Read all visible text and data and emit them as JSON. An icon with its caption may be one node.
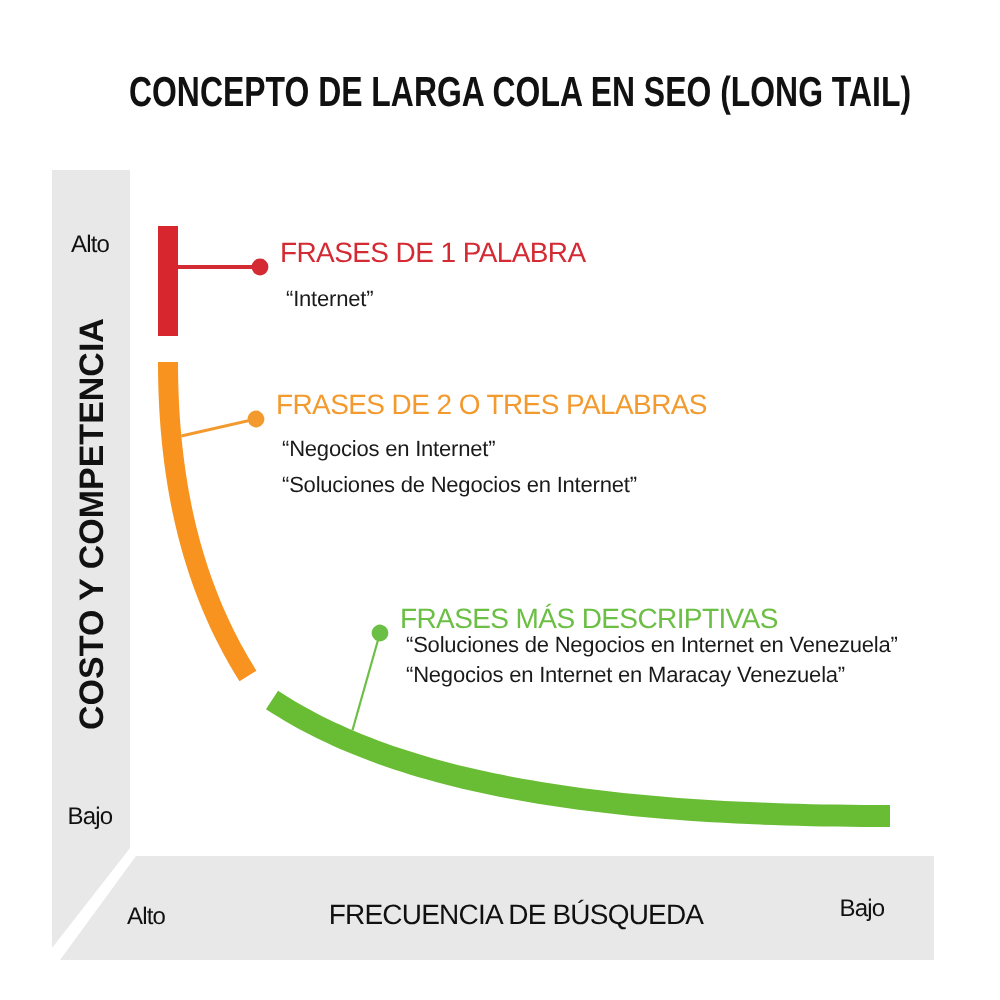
{
  "diagram": {
    "title": "CONCEPTO DE LARGA COLA EN SEO (LONG TAIL)",
    "nodes": [
      {
        "text": [],
        "shape": "bar"
      },
      {
        "text": [
          "FRASES DE 1 PALABRA",
          "“Internet”"
        ]
      },
      {
        "text": [],
        "shape": "arc"
      },
      {
        "text": [
          "FRASES DE 2 O TRES PALABRAS",
          "“Negocios en Internet”",
          "“Soluciones de Negocios en Internet”"
        ]
      },
      {
        "text": [
          "FRASES MÁS DESCRIPTIVAS",
          "“Soluciones de Negocios en Internet en Venezuela”",
          "“Negocios en Internet en Maracay Venezuela”"
        ]
      },
      {
        "text": [],
        "shape": "arc"
      }
    ],
    "edges": [
      {
        "from": 1,
        "to": 0,
        "arrow": "other",
        "color": "#d42a33"
      },
      {
        "from": 3,
        "to": 2,
        "arrow": "other",
        "color": "#f39a2e"
      },
      {
        "from": 4,
        "to": 5,
        "arrow": "other",
        "color": "#6cbf45"
      }
    ],
    "labels": [
      "Alto",
      "COSTO Y COMPETENCIA",
      "Bajo",
      "Alto",
      "FRECUENCIA DE BÚSQUEDA",
      "Bajo"
    ]
  }
}
